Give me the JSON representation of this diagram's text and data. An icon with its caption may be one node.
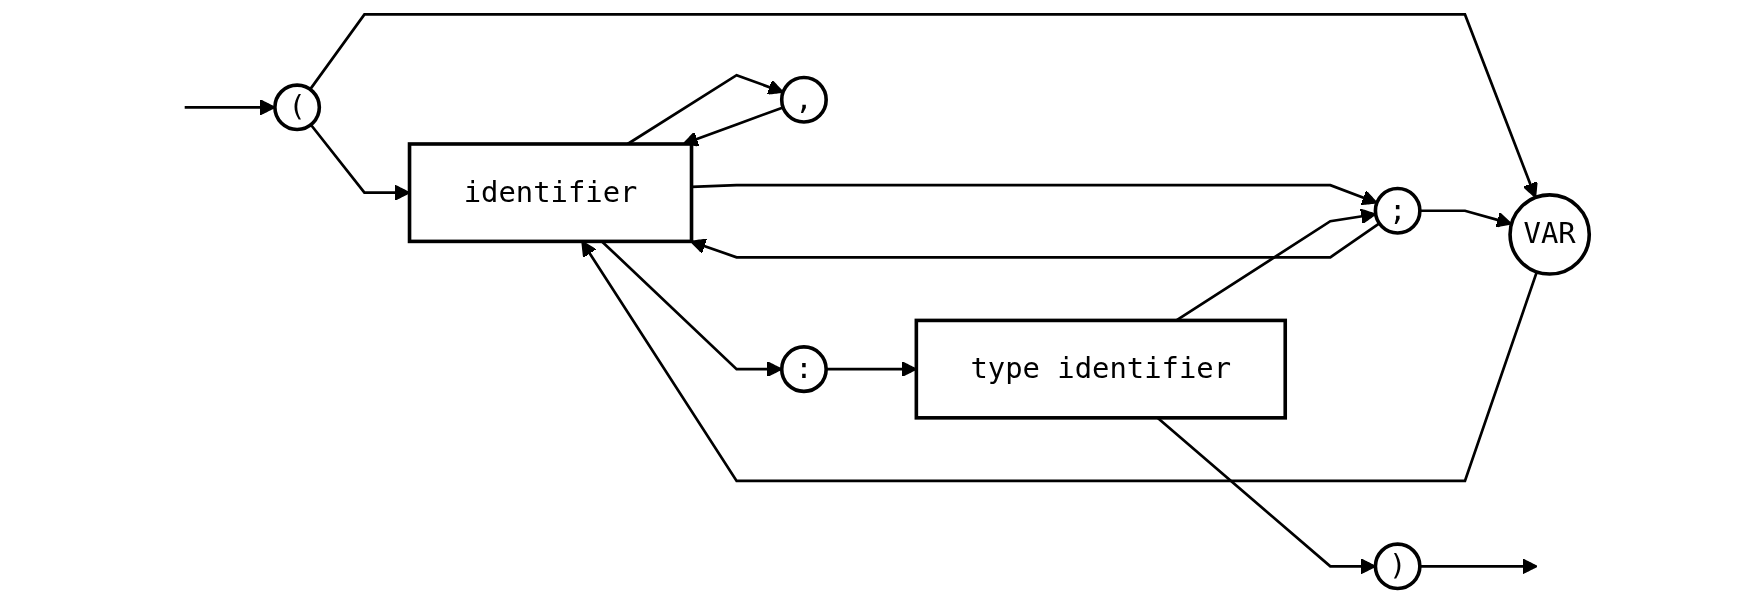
{
  "diagram": {
    "nodes": [
      {
        "text": [
          "("
        ]
      },
      {
        "text": [
          ";"
        ]
      },
      {
        "text": [
          "identifier"
        ]
      },
      {
        "text": [
          ":"
        ]
      },
      {
        "text": [
          "type identifier"
        ]
      },
      {
        "text": [
          ")"
        ]
      },
      {
        "text": [
          "VAR"
        ]
      },
      {
        "text": [
          ","
        ]
      }
    ],
    "edges": [
      {
        "from": null,
        "to": 0,
        "arrow": "to"
      },
      {
        "from": 0,
        "to": 2,
        "arrow": "to"
      },
      {
        "from": 0,
        "to": 6,
        "arrow": "to"
      },
      {
        "from": 6,
        "to": 2,
        "arrow": "to"
      },
      {
        "from": 2,
        "to": 1,
        "arrow": "to"
      },
      {
        "from": 1,
        "to": 2,
        "arrow": "to"
      },
      {
        "from": 1,
        "to": 6,
        "arrow": "to"
      },
      {
        "from": 2,
        "to": 7,
        "arrow": "to"
      },
      {
        "from": 7,
        "to": 2,
        "arrow": "to"
      },
      {
        "from": 2,
        "to": 3,
        "arrow": "to"
      },
      {
        "from": 3,
        "to": 4,
        "arrow": "to"
      },
      {
        "from": 4,
        "to": 1,
        "arrow": "to"
      },
      {
        "from": 4,
        "to": 5,
        "arrow": "to"
      },
      {
        "from": 5,
        "to": null,
        "arrow": "to"
      }
    ]
  }
}
